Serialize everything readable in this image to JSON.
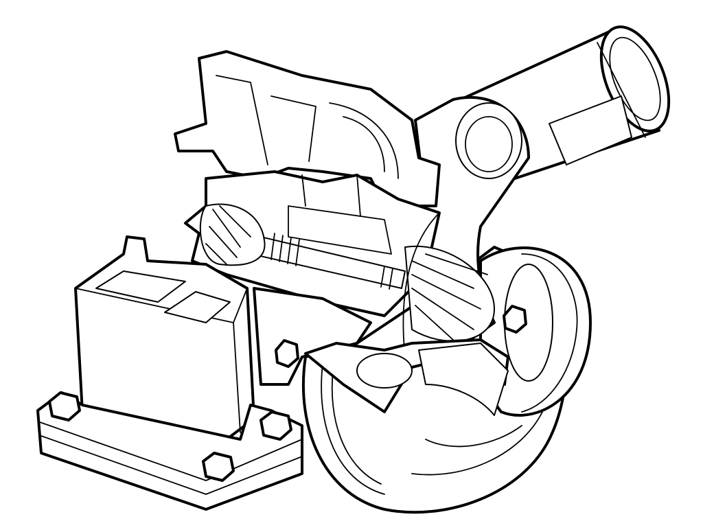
{
  "illustration": {
    "colors": {
      "background": "#ffffff",
      "line": "#000000"
    },
    "parts": [
      "turbine-housing",
      "compressor-housing",
      "center-housing",
      "shaft",
      "turbine-wheel",
      "compressor-wheel",
      "mounting-flange",
      "outlet-pipe",
      "bolts"
    ]
  }
}
